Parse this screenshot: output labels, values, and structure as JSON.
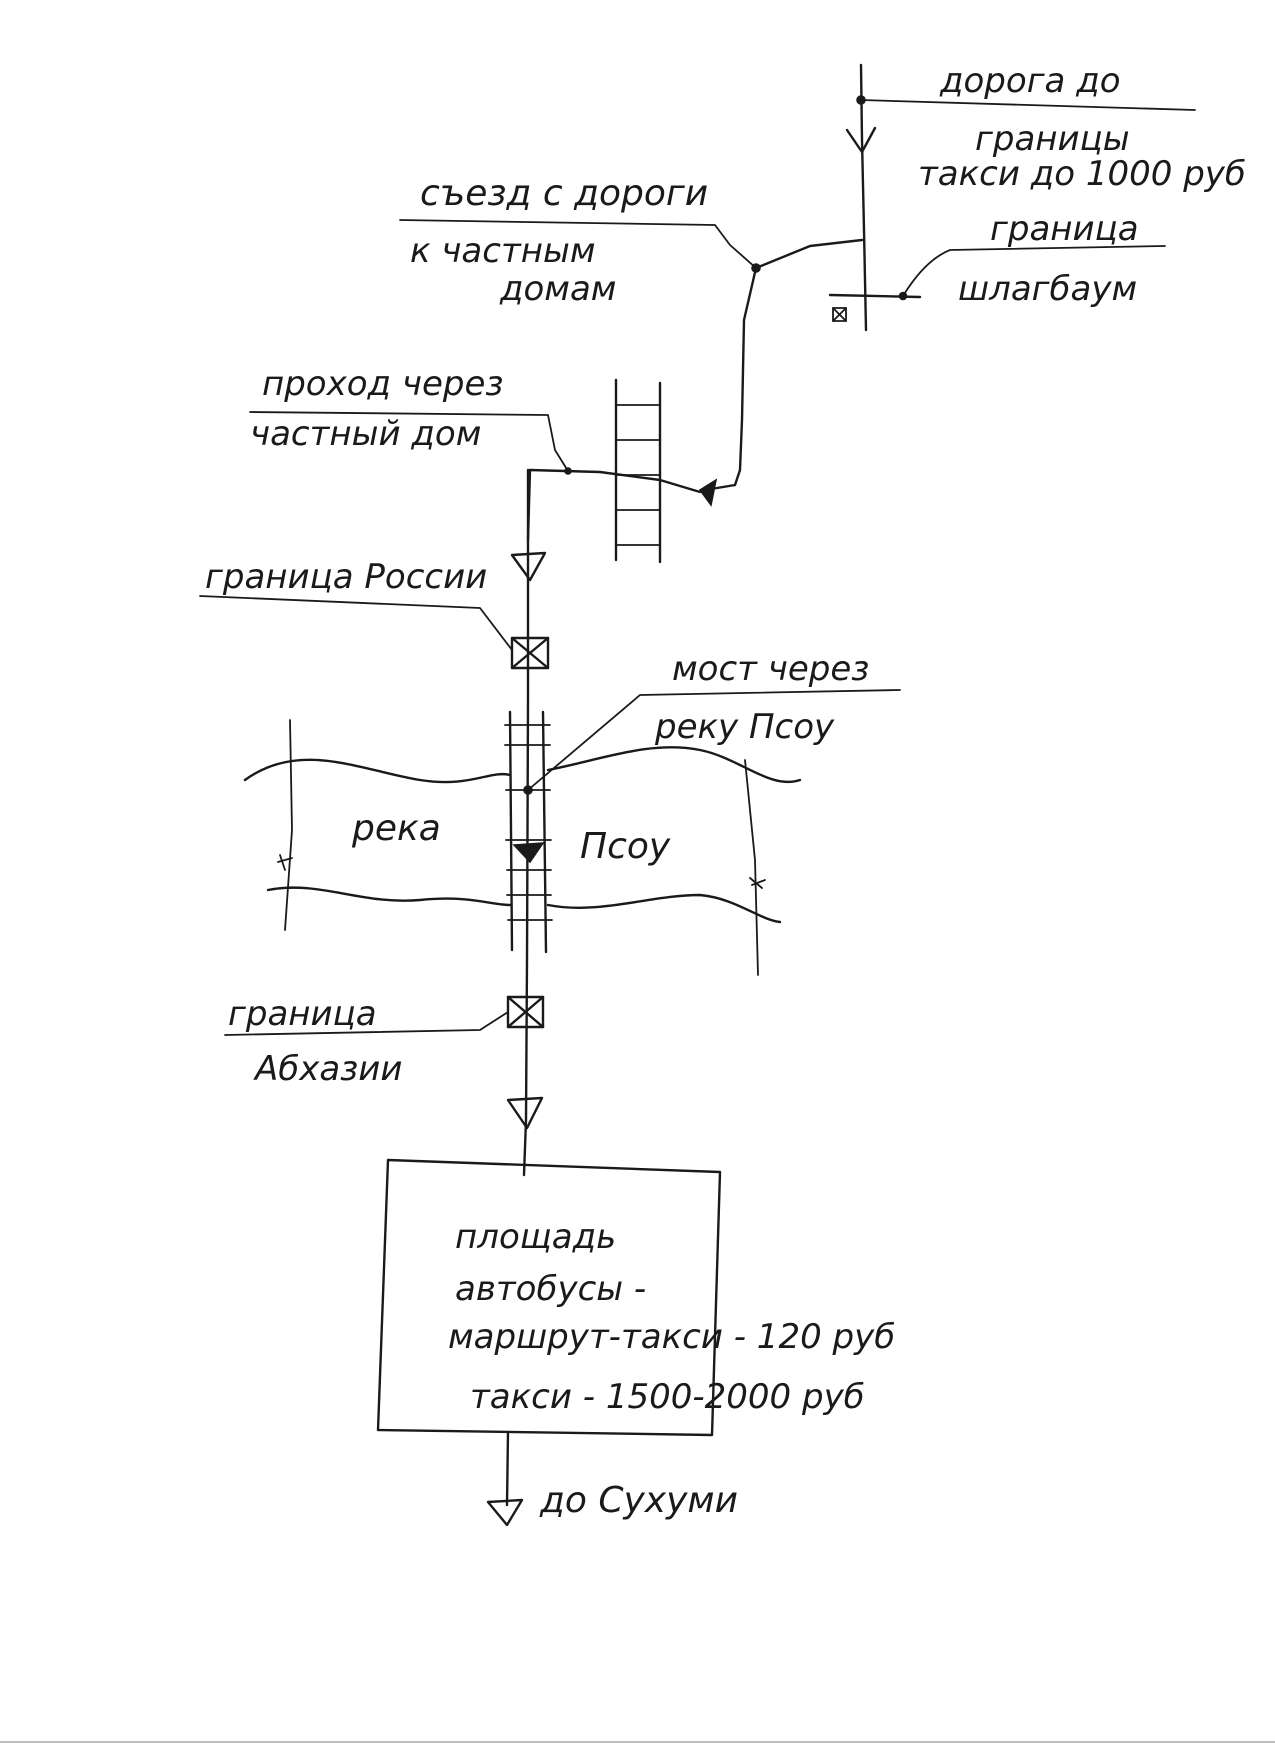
{
  "labels": {
    "road_to_border": [
      "дорога до",
      "границы",
      "такси до 1000 руб"
    ],
    "exit_from_road": [
      "съезд с дороги",
      "к частным",
      "домам"
    ],
    "border_gate": [
      "граница",
      "шлагбаум"
    ],
    "passage_private_house": [
      "проход через",
      "частный дом"
    ],
    "border_russia": "граница России",
    "bridge_over_river": [
      "мост через",
      "реку Псоу"
    ],
    "river_left": "река",
    "river_right": "Псоу",
    "border_abkhazia": [
      "граница",
      "Абхазии"
    ],
    "square": [
      "площадь",
      "автобусы -",
      "маршрут-такси - 120 руб",
      "такси - 1500-2000 руб"
    ],
    "to_sukhumi": "до Сухуми"
  }
}
